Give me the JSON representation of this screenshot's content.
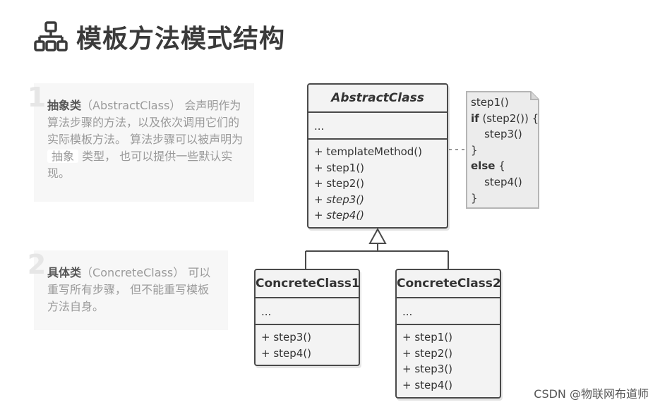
{
  "title": "模板方法模式结构",
  "notes": [
    {
      "number": "1",
      "lead": "抽象类",
      "text_a": "（AbstractClass） 会声明作为算法步骤的方法，以及依次调用它们的实际模板方法。 算法步骤可以被声明为 ",
      "chip": "抽象",
      "text_b": " 类型， 也可以提供一些默认实现。"
    },
    {
      "number": "2",
      "lead": "具体类",
      "text_a": "（ConcreteClass） 可以重写所有步骤， 但不能重写模板方法自身。"
    }
  ],
  "classes": {
    "abstract": {
      "name": "AbstractClass",
      "fields": "...",
      "methods": [
        "+ templateMethod()",
        "+ step1()",
        "+ step2()",
        "+ step3()",
        "+ step4()"
      ]
    },
    "concrete1": {
      "name": "ConcreteClass1",
      "fields": "...",
      "methods": [
        "+ step3()",
        "+ step4()"
      ]
    },
    "concrete2": {
      "name": "ConcreteClass2",
      "fields": "...",
      "methods": [
        "+ step1()",
        "+ step2()",
        "+ step3()",
        "+ step4()"
      ]
    }
  },
  "note": {
    "line1": "step1()",
    "kw_if": "if",
    "line2": " (step2()) {",
    "line3": "    step3()",
    "line4": "}",
    "kw_else": "else",
    "line5": " {",
    "line6": "    step4()",
    "line7": "}"
  },
  "watermark": "CSDN @物联网布道师"
}
